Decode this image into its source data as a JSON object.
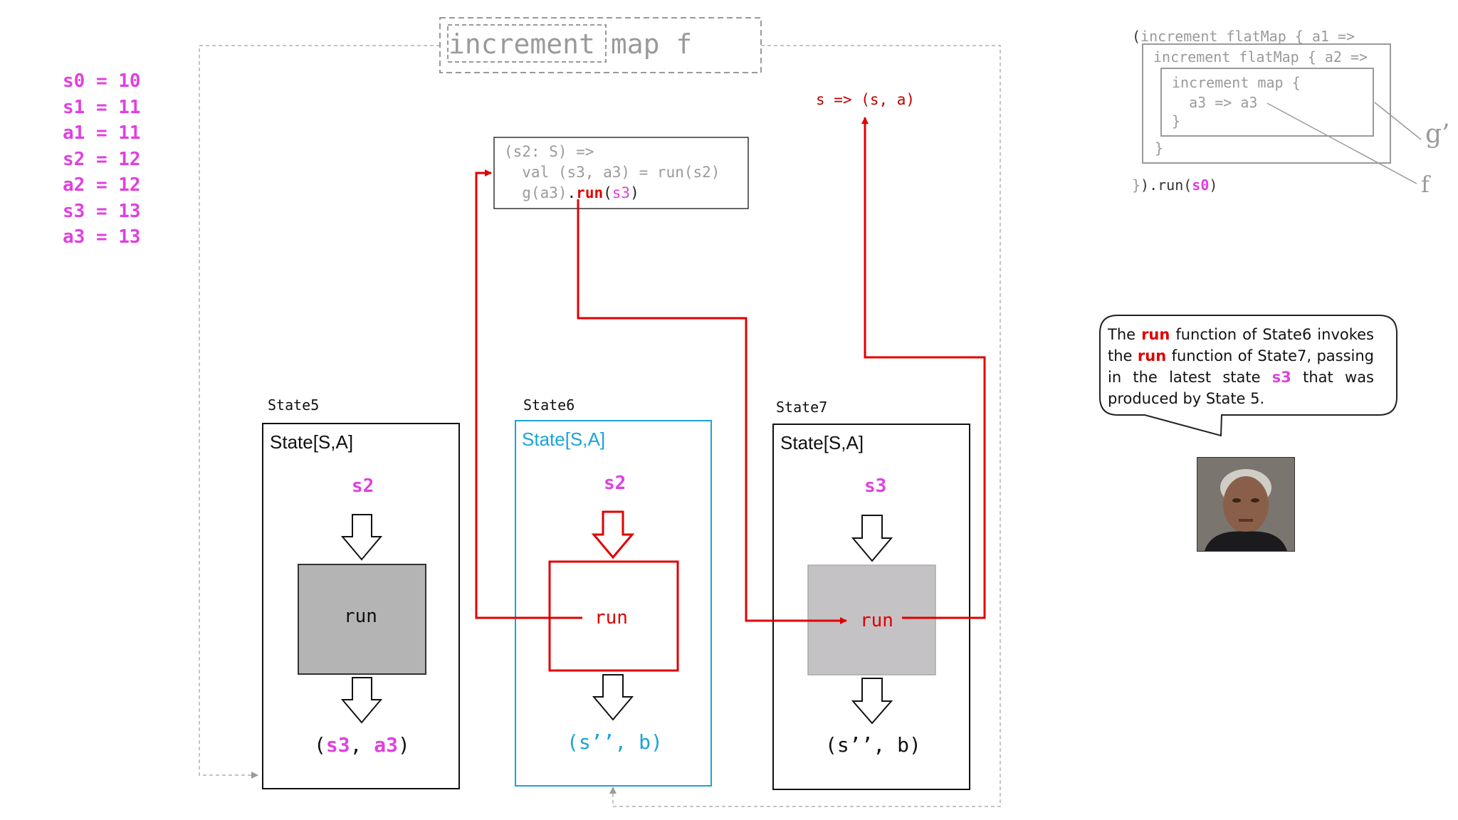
{
  "variables": [
    "s0 = 10",
    "s1 = 11",
    "a1 = 11",
    "s2 = 12",
    "a2 = 12",
    "s3 = 13",
    "a3 = 13"
  ],
  "title": {
    "highlighted": "increment",
    "rest": "map f"
  },
  "lambda": {
    "line1_pre": "(s2: S) =>",
    "line2_pre": "  val (s3, a3) = run(s2)",
    "line3_pre": "  g(a3)",
    "dot": ".",
    "run": "run",
    "open": "(",
    "arg": "s3",
    "close": ")"
  },
  "state_fn": "s => (s, a)",
  "code": {
    "line1_open": "(",
    "line1": "increment flatMap { a1 =>",
    "line2": "increment flatMap { a2 =>",
    "line3": "increment map {",
    "line4": "  a3 => a3",
    "line5": "}",
    "line6": "}",
    "line7_pre": "}",
    "line7_mid": ").run(",
    "line7_arg": "s0",
    "line7_end": ")",
    "g_label": "g’",
    "f_label": "f"
  },
  "states": [
    {
      "label": "State5",
      "type": "State[S,A]",
      "input": "s2",
      "run": "run",
      "result_open": "(",
      "result_s": "s3",
      "result_sep": ", ",
      "result_a": "a3",
      "result_close": ")"
    },
    {
      "label": "State6",
      "type": "State[S,A]",
      "input": "s2",
      "run": "run",
      "result": "(s’’, b)"
    },
    {
      "label": "State7",
      "type": "State[S,A]",
      "input": "s3",
      "run": "run",
      "result": "(s’’, b)"
    }
  ],
  "callout": {
    "t1": "The ",
    "run1": "run",
    "t2": " function of State6 invokes the ",
    "run2": "run",
    "t3": " function of State7, passing in the latest state ",
    "s3": "s3",
    "t4": " that was produced by State 5."
  },
  "colors": {
    "pink": "#e040e0",
    "red": "#e00000",
    "cyan": "#1aa3d9",
    "gray": "#9a9a9a",
    "box_gray": "#b4b4b4"
  }
}
